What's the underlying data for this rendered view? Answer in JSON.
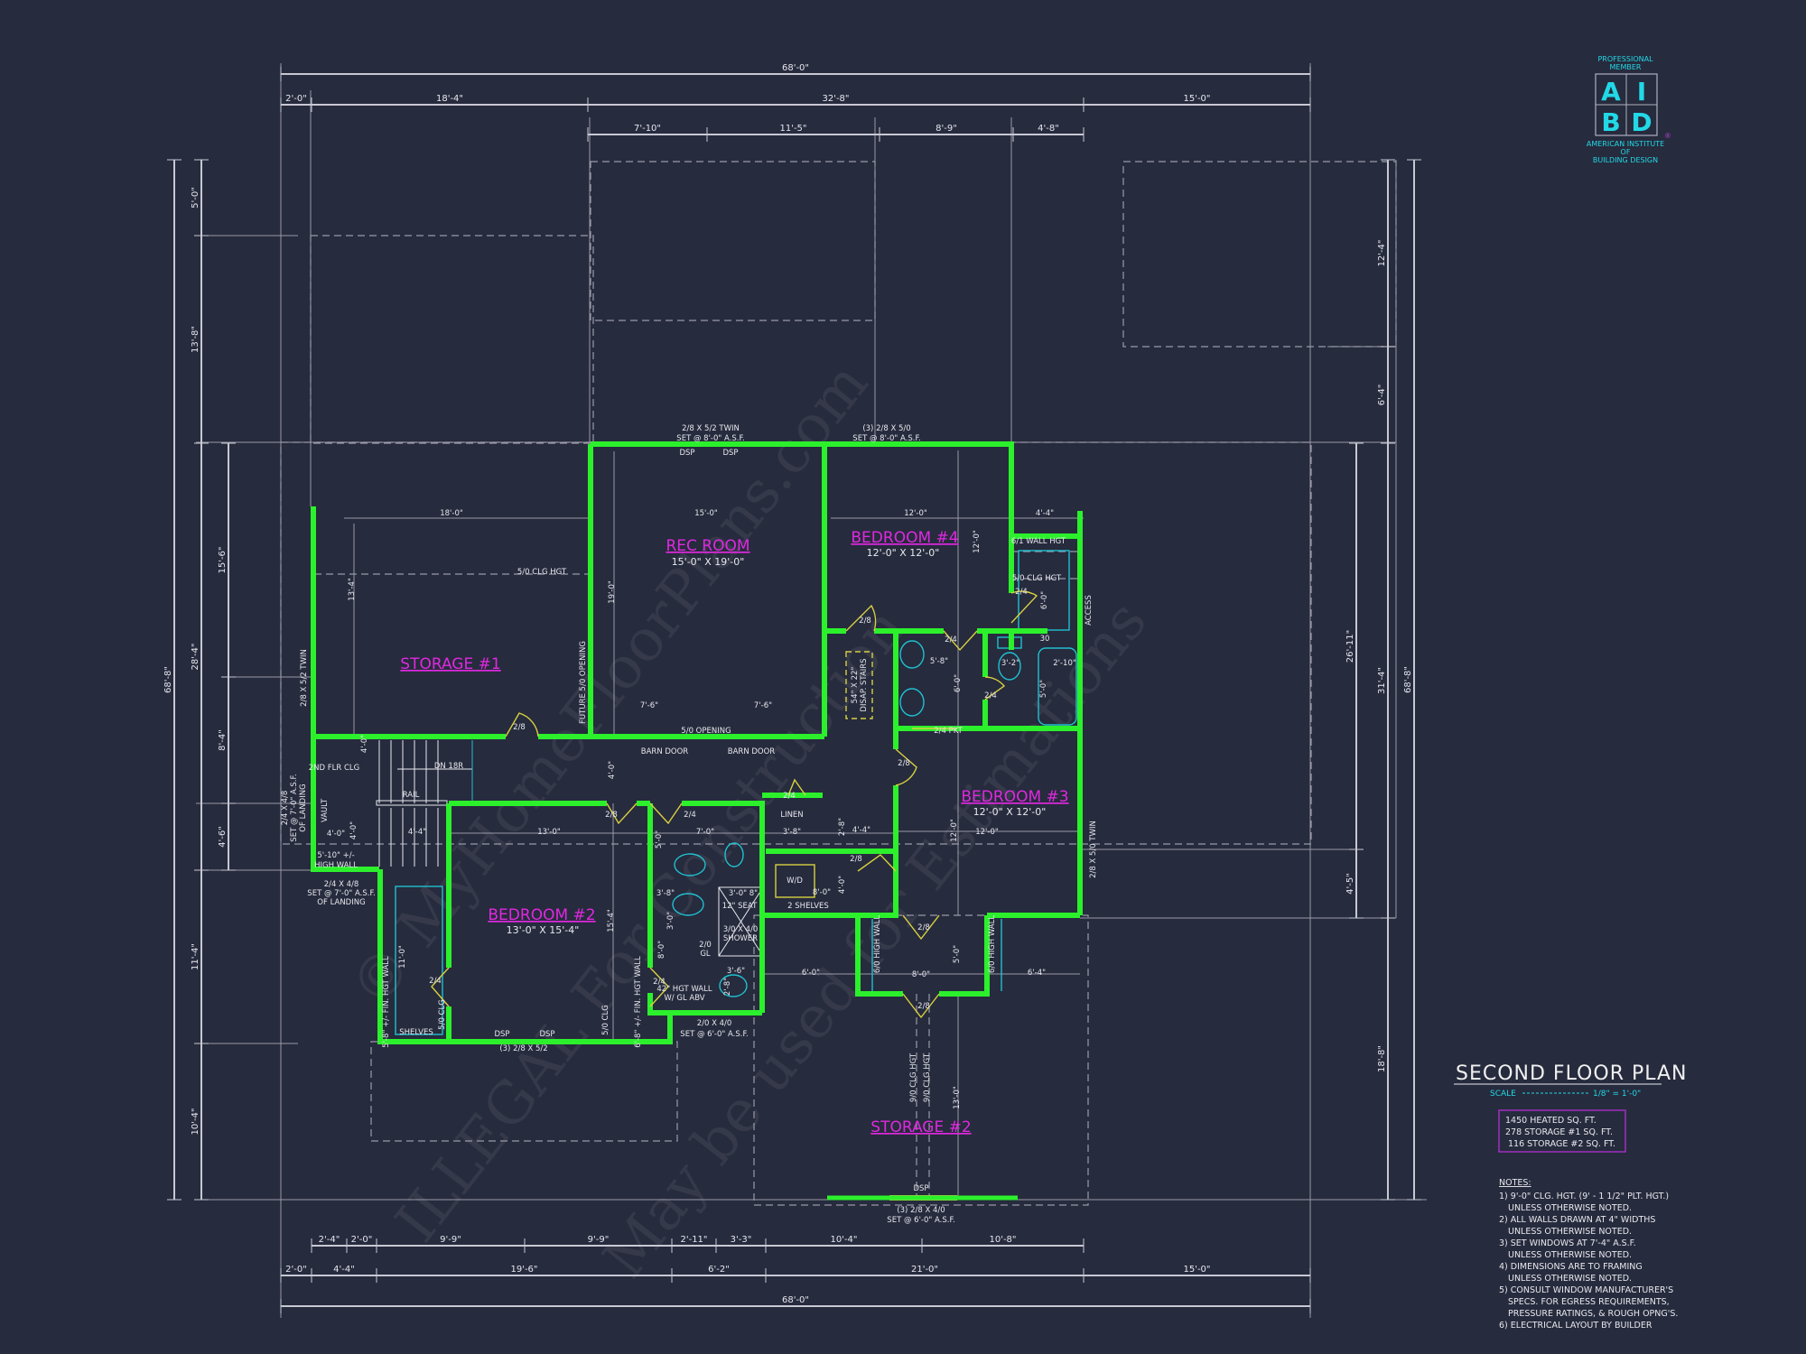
{
  "colors": {
    "background": "#262b3d",
    "walls": "#2cf02c",
    "windows": "#c8c040",
    "doors": "#d8d040",
    "fixtures": "#20c0d0",
    "room_labels": "#e028e0",
    "lines": "#c8c8d4"
  },
  "watermark": [
    "© MyHomeFloorPlans.com",
    "ILLEGAL For Construction",
    "May be used for Estimations"
  ],
  "logo": {
    "top": "PROFESSIONAL",
    "top2": "MEMBER",
    "letters": [
      "A",
      "I",
      "B",
      "D"
    ],
    "bottom": "AMERICAN INSTITUTE",
    "bottom2": "OF",
    "bottom3": "BUILDING DESIGN",
    "mark": "®"
  },
  "title": {
    "text": "SECOND FLOOR PLAN",
    "scale_label": "SCALE",
    "scale_value": "1/8\" = 1'-0\""
  },
  "areas": [
    "1450 HEATED SQ. FT.",
    "278 STORAGE #1 SQ. FT.",
    "116 STORAGE #2 SQ. FT."
  ],
  "notes": {
    "heading": "NOTES:",
    "lines": [
      "1) 9'-0\"  CLG. HGT. (9' - 1 1/2\" PLT. HGT.)",
      "UNLESS OTHERWISE NOTED.",
      "2) ALL WALLS DRAWN AT 4\" WIDTHS",
      "UNLESS OTHERWISE NOTED.",
      "3) SET WINDOWS AT 7'-4\" A.S.F.",
      "UNLESS OTHERWISE NOTED.",
      "4) DIMENSIONS ARE TO FRAMING",
      "UNLESS OTHERWISE NOTED.",
      "5) CONSULT WINDOW MANUFACTURER'S",
      "SPECS. FOR EGRESS REQUIREMENTS,",
      "PRESSURE RATINGS, & ROUGH OPNG'S.",
      "6) ELECTRICAL LAYOUT BY BUILDER"
    ]
  },
  "rooms": [
    {
      "name": "REC ROOM",
      "size": "15'-0\" X 19'-0\""
    },
    {
      "name": "BEDROOM #4",
      "size": "12'-0\" X 12'-0\""
    },
    {
      "name": "BEDROOM #3",
      "size": "12'-0\" X 12'-0\""
    },
    {
      "name": "BEDROOM #2",
      "size": "13'-0\" X 15'-4\""
    },
    {
      "name": "STORAGE #1",
      "size": ""
    },
    {
      "name": "STORAGE #2",
      "size": ""
    }
  ],
  "dims": {
    "top0": [
      "68'-0\""
    ],
    "top1": [
      "2'-0\"",
      "18'-4\"",
      "32'-8\"",
      "15'-0\""
    ],
    "top2": [
      "7'-10\"",
      "11'-5\"",
      "8'-9\"",
      "4'-8\""
    ],
    "bottom1": [
      "2'-4\"",
      "2'-0\"",
      "9'-9\"",
      "9'-9\"",
      "2'-11\"",
      "3'-3\"",
      "10'-4\"",
      "10'-8\""
    ],
    "bottom2": [
      "2'-0\"",
      "4'-4\"",
      "19'-6\"",
      "6'-2\"",
      "21'-0\"",
      "15'-0\""
    ],
    "bottom3": [
      "68'-0\""
    ],
    "left0": [
      "68'-8\""
    ],
    "left1": [
      "5'-0\"",
      "13'-8\"",
      "28'-4\"",
      "11'-4\"",
      "10'-4\""
    ],
    "left2": [
      "15'-6\"",
      "8'-4\"",
      "4'-6\""
    ],
    "right0": [
      "26'-11\"",
      "4'-5\""
    ],
    "right1": [
      "12'-4\"",
      "6'-4\"",
      "31'-4\"",
      "18'-8\""
    ],
    "right2": [
      "68'-8\""
    ]
  },
  "annotations": [
    "2/8 X 5/2 TWIN",
    "SET @ 8'-0\" A.S.F.",
    "(3) 2/8 X 5/0",
    "SET @ 8'-0\" A.S.F.",
    "DSP",
    "DSP",
    "15'-0\"",
    "12'-0\"",
    "4'-4\"",
    "18'-0\"",
    "5/0 CLG HGT",
    "13'-4\"",
    "19'-0\"",
    "FUTURE 5/0 OPENING",
    "2/8 X 5/2 TWIN",
    "7'-6\"",
    "7'-6\"",
    "5/0 OPENING",
    "BARN DOOR",
    "BARN DOOR",
    "2/8",
    "DN 18R",
    "RAIL",
    "2ND FLR CLG",
    "4'-0\"",
    "VAULT",
    "4'-0\"",
    "4'-0\"",
    "4'-4\"",
    "5'-10\" +/-",
    "HIGH WALL",
    "2/4 X 4/8",
    "SET @ 7'-0\" A.S.F.",
    "OF LANDING",
    "2/4 X 4/8",
    "SET @ 7'-0\" A.S.F.",
    "OF LANDING",
    "6/1 WALL HGT",
    "5/0 CLG HGT",
    "ACCESS",
    "2/4",
    "6'-0\"",
    "2/8",
    "54\" X 22\"",
    "DISAP. STAIRS",
    "2/4",
    "5'-8\"",
    "6'-0\"",
    "3'-2\"",
    "2'-10\"",
    "5'-0\"",
    "2/4",
    "30",
    "2/4 PKT",
    "2/8",
    "12'-0\"",
    "12'-0\"",
    "2/8 X 5/0 TWIN",
    "12'-0\"",
    "4'-0\"",
    "13'-0\"",
    "2/8",
    "2/4",
    "7'-0\"",
    "5'-0\"",
    "LINEN",
    "3'-8\"",
    "2/4",
    "2'-8\"",
    "4'-4\"",
    "2/8",
    "4'-0\"",
    "W/D",
    "8'-0\"",
    "2 SHELVES",
    "3'-8\"",
    "3'-0\" 8\"",
    "12\" SEAT",
    "3/0 X 4/0",
    "SHOWER",
    "2/0",
    "GL",
    "3'-6\"",
    "42\" HGT WALL",
    "W/ GL ABV",
    "2'-8\"",
    "8'-0\"",
    "15'-4\"",
    "11'-0\"",
    "2/4",
    "2/4",
    "SHELVES",
    "5/0 CLG",
    "5/0 CLG",
    "5'-8\" +/- FIN. HGT WALL",
    "6'-8\" +/- FIN. HGT WALL",
    "DSP",
    "DSP",
    "(3) 2/8 X 5/2",
    "2/0 X 4/0",
    "SET @ 6'-0\" A.S.F.",
    "6'-0\"",
    "6/0 HIGH WALL",
    "8'-0\"",
    "5'-0\"",
    "6/0 HIGH WALL",
    "6'-4\"",
    "2/8",
    "2/8",
    "9/0 CLG HGT",
    "9/0 CLG HGT",
    "13'-0\"",
    "DSP",
    "(3) 2/8 X 4/0",
    "SET @ 6'-0\" A.S.F.",
    "3'-0\""
  ]
}
